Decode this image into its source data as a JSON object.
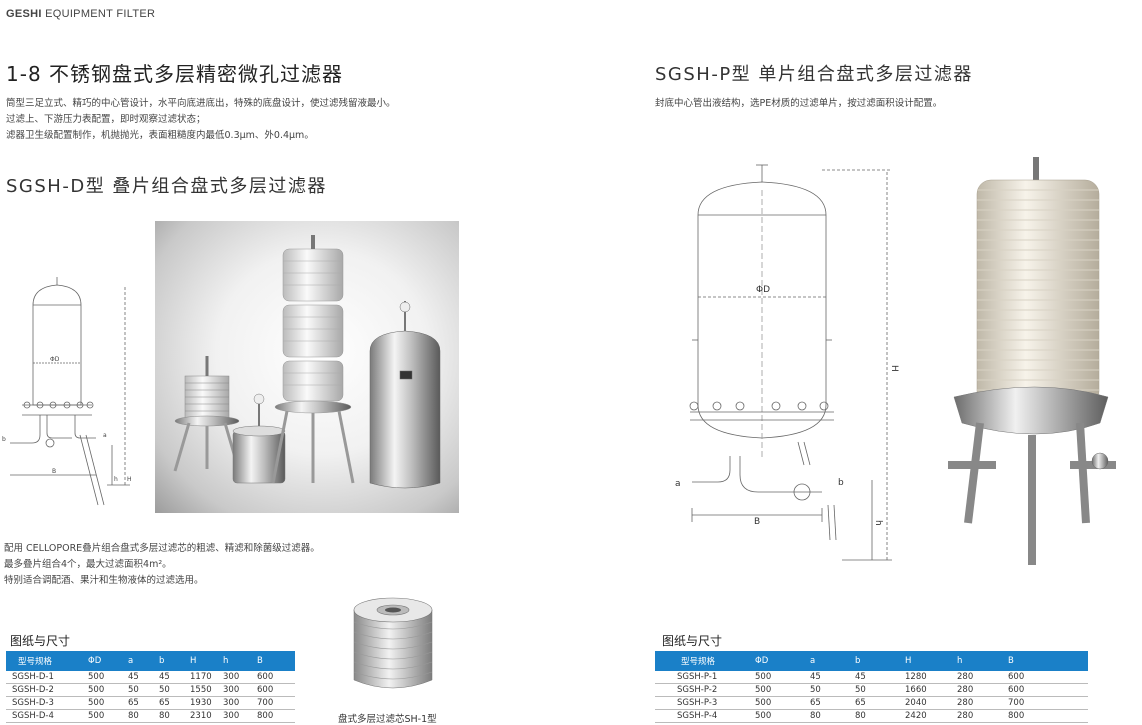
{
  "header": {
    "brand": "GESHI",
    "rest": " EQUIPMENT FILTER"
  },
  "left": {
    "title": "1-8 不锈钢盘式多层精密微孔过滤器",
    "intro": [
      "筒型三足立式、精巧的中心管设计，水平向底进底出，特殊的底盘设计，使过滤残留液最小。",
      "过滤上、下游压力表配置，即时观察过滤状态；",
      "滤器卫生级配置制作，机抛抛光，表面粗糙度内最低0.3μm、外0.4μm。"
    ],
    "model_title": "SGSH-D型 叠片组合盘式多层过滤器",
    "drawing_labels": {
      "phi_d": "ΦD",
      "h_cap": "H",
      "h_low": "h",
      "b": "B",
      "a": "a",
      "b_low": "b"
    },
    "features": [
      "配用 CELLOPORE叠片组合盘式多层过滤芯的粗滤、精滤和除菌级过滤器。",
      "最多叠片组合4个，最大过滤面积4m²。",
      "特别适合调配酒、果汁和生物液体的过滤选用。"
    ],
    "spec_label": "图纸与尺寸",
    "table": {
      "headers": [
        "型号规格",
        "ΦD",
        "a",
        "b",
        "H",
        "h",
        "B"
      ],
      "rows": [
        [
          "SGSH-D-1",
          "500",
          "45",
          "45",
          "1170",
          "300",
          "600"
        ],
        [
          "SGSH-D-2",
          "500",
          "50",
          "50",
          "1550",
          "300",
          "600"
        ],
        [
          "SGSH-D-3",
          "500",
          "65",
          "65",
          "1930",
          "300",
          "700"
        ],
        [
          "SGSH-D-4",
          "500",
          "80",
          "80",
          "2310",
          "300",
          "800"
        ]
      ]
    },
    "cartridge_caption": "盘式多层过滤芯SH-1型"
  },
  "right": {
    "model_title": "SGSH-P型 单片组合盘式多层过滤器",
    "intro": "封底中心管出液结构，选PE材质的过滤单片，按过滤面积设计配置。",
    "drawing_labels": {
      "phi_d": "ΦD",
      "h_cap": "H",
      "h_low": "h",
      "b": "B",
      "a": "a",
      "b_low": "b"
    },
    "spec_label": "图纸与尺寸",
    "table": {
      "headers": [
        "型号规格",
        "ΦD",
        "a",
        "b",
        "H",
        "h",
        "B"
      ],
      "rows": [
        [
          "SGSH-P-1",
          "500",
          "45",
          "45",
          "1280",
          "280",
          "600"
        ],
        [
          "SGSH-P-2",
          "500",
          "50",
          "50",
          "1660",
          "280",
          "600"
        ],
        [
          "SGSH-P-3",
          "500",
          "65",
          "65",
          "2040",
          "280",
          "700"
        ],
        [
          "SGSH-P-4",
          "500",
          "80",
          "80",
          "2420",
          "280",
          "800"
        ]
      ]
    }
  },
  "colors": {
    "table_header": "#1a80c8",
    "text": "#333333",
    "line": "#666666"
  }
}
